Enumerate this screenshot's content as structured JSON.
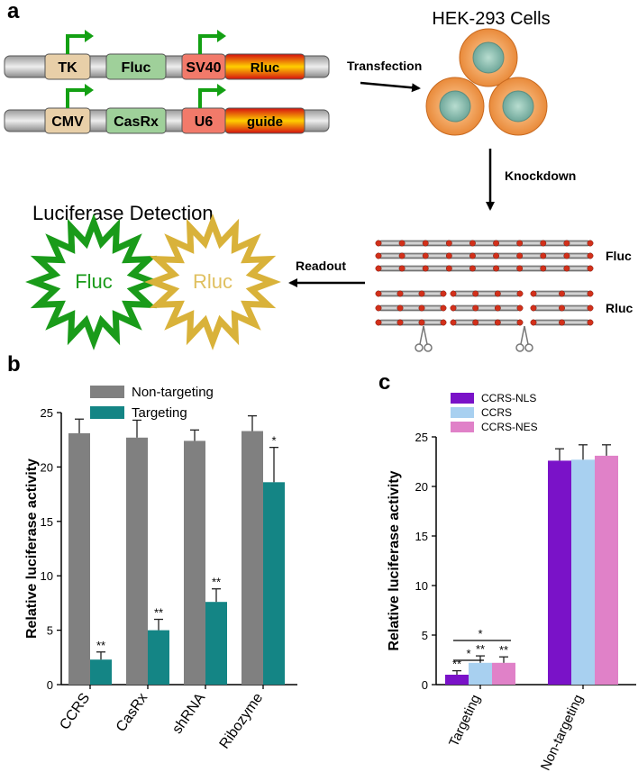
{
  "panel_labels": {
    "a": "a",
    "b": "b",
    "c": "c"
  },
  "schematic": {
    "construct1": {
      "promoter1": "TK",
      "gene1": "Fluc",
      "promoter2": "SV40",
      "gene2": "Rluc"
    },
    "construct2": {
      "promoter1": "CMV",
      "gene1": "CasRx",
      "promoter2": "U6",
      "gene2": "guide"
    },
    "cells_title": "HEK-293 Cells",
    "transfection": "Transfection",
    "knockdown": "Knockdown",
    "readout": "Readout",
    "detection_title": "Luciferase Detection",
    "burst_fluc": "Fluc",
    "burst_rluc": "Rluc",
    "rna_fluc_label": "Fluc",
    "rna_rluc_label": "Rluc",
    "colors": {
      "green": "#1a9b1a",
      "gold": "#d9b23a",
      "rluc_text": "#e0c060",
      "arrow_green": "#13a013"
    }
  },
  "chart_data": [
    {
      "type": "bar",
      "categories": [
        "CCRS",
        "CasRx",
        "shRNA",
        "Ribozyme"
      ],
      "series": [
        {
          "name": "Non-targeting",
          "values": [
            23.1,
            22.7,
            22.4,
            23.3
          ],
          "errors": [
            1.3,
            1.6,
            1.0,
            1.4
          ],
          "color": "#808080",
          "sig": [
            "",
            "",
            "",
            ""
          ]
        },
        {
          "name": "Targeting",
          "values": [
            2.3,
            5.0,
            7.6,
            18.6
          ],
          "errors": [
            0.7,
            1.0,
            1.2,
            3.2
          ],
          "color": "#148585",
          "sig": [
            "**",
            "**",
            "**",
            "*"
          ]
        }
      ],
      "ylabel": "Relative luciferase activity",
      "ylim": [
        0,
        25
      ],
      "yticks": [
        0,
        5,
        10,
        15,
        20,
        25
      ],
      "legend": "top-left"
    },
    {
      "type": "bar",
      "categories": [
        "Targeting",
        "Non-targeting"
      ],
      "series": [
        {
          "name": "CCRS-NLS",
          "values": [
            1.0,
            22.6
          ],
          "errors": [
            0.4,
            1.2
          ],
          "color": "#7a12c8",
          "sig": [
            "**",
            ""
          ]
        },
        {
          "name": "CCRS",
          "values": [
            2.2,
            22.7
          ],
          "errors": [
            0.7,
            1.5
          ],
          "color": "#a8d0f0",
          "sig": [
            "**",
            ""
          ]
        },
        {
          "name": "CCRS-NES",
          "values": [
            2.2,
            23.1
          ],
          "errors": [
            0.6,
            1.1
          ],
          "color": "#e081c8",
          "sig": [
            "**",
            ""
          ]
        }
      ],
      "brackets": [
        "*",
        "*"
      ],
      "ylabel": "Relative luciferase activity",
      "ylim": [
        0,
        25
      ],
      "yticks": [
        0,
        5,
        10,
        15,
        20,
        25
      ],
      "legend": "top-left"
    }
  ]
}
